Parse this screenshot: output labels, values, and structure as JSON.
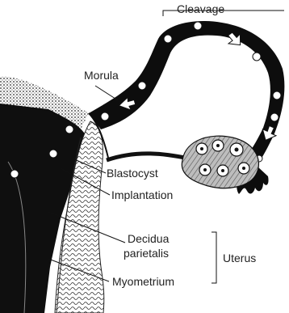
{
  "labels": {
    "cleavage": "Cleavage",
    "morula": "Morula",
    "blastocyst": "Blastocyst",
    "implantation": "Implantation",
    "decidua_line1": "Decidua",
    "decidua_line2": "parietalis",
    "uterus": "Uterus",
    "myometrium": "Myometrium"
  },
  "colors": {
    "ink": "#111111",
    "tube": "#0d0d0d",
    "ovary": "#cfcfcf",
    "tissue": "#3a3a3a",
    "label": "#222222"
  },
  "icons": [
    "arrow-icon",
    "cell-icon",
    "follicle-icon"
  ]
}
